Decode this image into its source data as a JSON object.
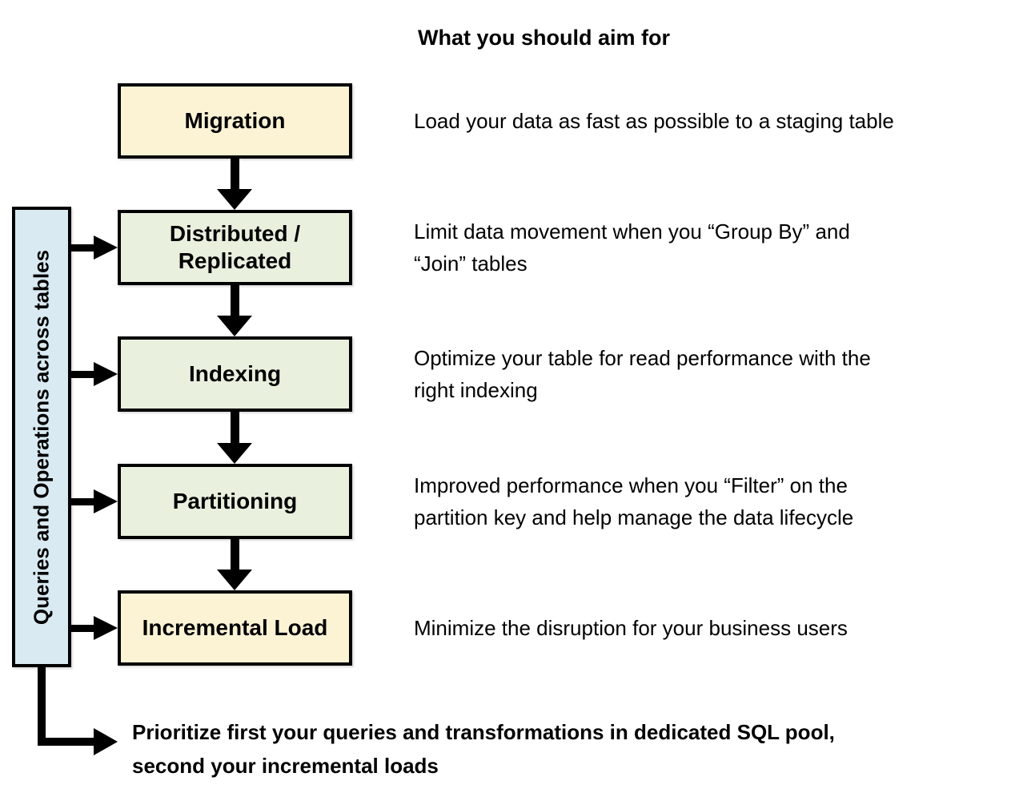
{
  "header": {
    "title": "What you should aim for"
  },
  "sidebar": {
    "label": "Queries and Operations across tables"
  },
  "flow": {
    "steps": [
      {
        "label": "Migration",
        "fill": "#fcf3d5",
        "desc_lines": [
          "Load your data as fast as possible to a staging table"
        ]
      },
      {
        "label": "Distributed / Replicated",
        "fill": "#e9f0de",
        "desc_lines": [
          "Limit data movement when you “Group By” and",
          "“Join” tables"
        ]
      },
      {
        "label": "Indexing",
        "fill": "#e9f0de",
        "desc_lines": [
          "Optimize your table for read performance with the",
          "right indexing"
        ]
      },
      {
        "label": "Partitioning",
        "fill": "#e9f0de",
        "desc_lines": [
          "Improved performance when you “Filter” on the",
          "partition key and help manage the data lifecycle"
        ]
      },
      {
        "label": "Incremental Load",
        "fill": "#fcf3d5",
        "desc_lines": [
          "Minimize the disruption for your business users"
        ]
      }
    ]
  },
  "footer": {
    "note_lines": [
      "Prioritize first your queries and transformations in dedicated SQL pool,",
      "second your incremental loads"
    ]
  },
  "colors": {
    "yellow_box": "#fcf3d5",
    "green_box": "#e9f0de",
    "blue_box": "#d9eaf2",
    "outline": "#000000",
    "arrow": "#000000",
    "background": "#ffffff",
    "text": "#000000"
  }
}
